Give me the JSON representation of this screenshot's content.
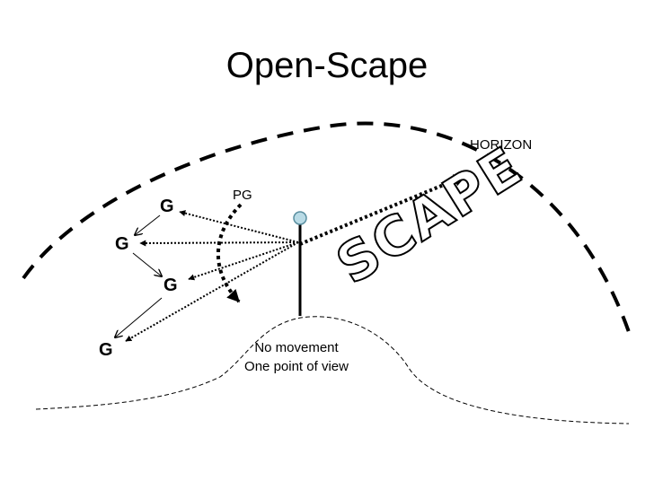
{
  "title": "Open-Scape",
  "labels": {
    "horizon": "HORIZON",
    "pg": "PG",
    "scape": "SCAPE",
    "caption_line1": "No movement",
    "caption_line2": "One point of view"
  },
  "g_markers": [
    "G",
    "G",
    "G",
    "G"
  ],
  "colors": {
    "line": "#000000",
    "viewpoint_fill": "#b9dbe6",
    "viewpoint_stroke": "#5a8fa0"
  }
}
